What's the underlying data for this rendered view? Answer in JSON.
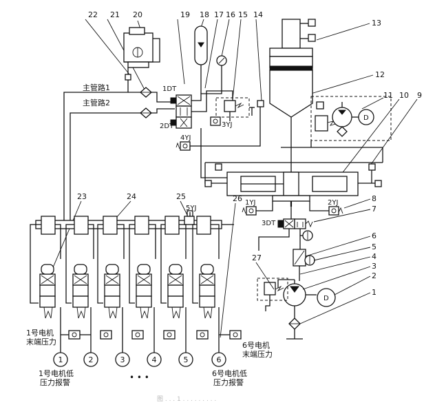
{
  "labels": {
    "main_line_1": "主管路1",
    "main_line_2": "主管路2",
    "motor_1_end_pressure": [
      "1号电机",
      "末端压力"
    ],
    "motor_6_end_pressure": [
      "6号电机",
      "末端压力"
    ],
    "motor_1_low_alarm": [
      "1号电机低",
      "压力报警"
    ],
    "motor_6_low_alarm": [
      "6号电机低",
      "压力报警"
    ],
    "ellipsis": "• • •"
  },
  "components": {
    "valve_1dt": "1DT",
    "valve_2dt": "2DT",
    "valve_3dt": "3DT",
    "switch_1yj": "1YJ",
    "switch_2yj": "2YJ",
    "switch_3yj": "3YJ",
    "switch_4yj": "4YJ",
    "switch_5yj": "5YJ",
    "pump_symbol": "D"
  },
  "callouts": [
    "1",
    "2",
    "3",
    "4",
    "5",
    "6",
    "7",
    "8",
    "9",
    "10",
    "11",
    "12",
    "13",
    "14",
    "15",
    "16",
    "17",
    "18",
    "19",
    "20",
    "21",
    "22",
    "23",
    "24",
    "25",
    "26",
    "27"
  ],
  "motors": [
    "1",
    "2",
    "3",
    "4",
    "5",
    "6"
  ],
  "caption": "图 . . . 1 . . . . . . . . ."
}
